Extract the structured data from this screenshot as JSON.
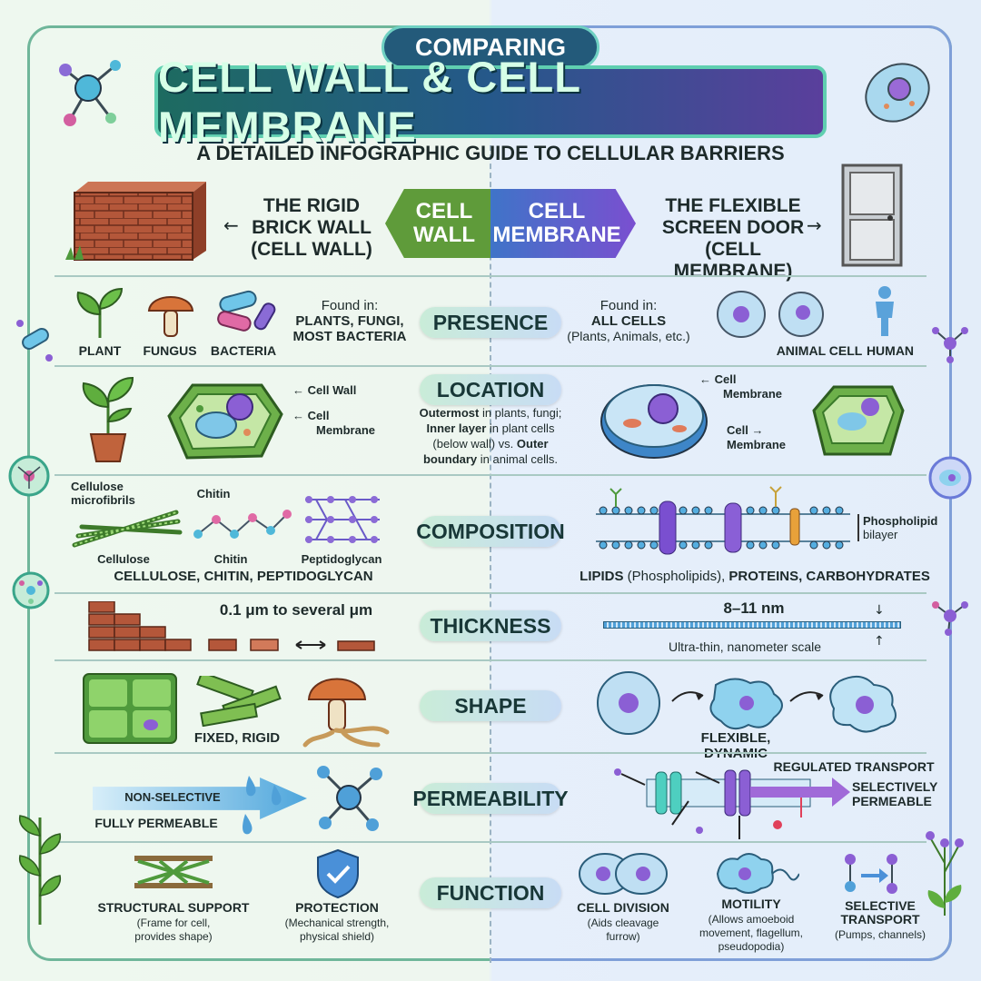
{
  "header": {
    "badge": "COMPARING",
    "title": "CELL WALL & CELL MEMBRANE",
    "subtitle": "A DETAILED INFOGRAPHIC GUIDE TO CELLULAR BARRIERS"
  },
  "intro": {
    "left_caption": [
      "THE RIGID",
      "BRICK WALL",
      "(CELL WALL)"
    ],
    "right_caption": [
      "THE FLEXIBLE",
      "SCREEN DOOR",
      "(CELL MEMBRANE)"
    ],
    "left_tag": [
      "CELL",
      "WALL"
    ],
    "right_tag": [
      "CELL",
      "MEMBRANE"
    ]
  },
  "rows": {
    "presence": {
      "label": "PRESENCE",
      "left_icons": [
        "PLANT",
        "FUNGUS",
        "BACTERIA"
      ],
      "left_found": "Found in:",
      "left_text": [
        "PLANTS, FUNGI,",
        "MOST BACTERIA"
      ],
      "right_found": "Found in:",
      "right_text": "ALL CELLS",
      "right_sub": "(Plants, Animals, etc.)",
      "right_icons": [
        "ANIMAL CELL",
        "HUMAN"
      ]
    },
    "location": {
      "label": "LOCATION",
      "left_annot": [
        "Cell Wall",
        "Cell",
        "Membrane"
      ],
      "center": [
        {
          "b": "Outermost",
          "n": " in plants, fungi;"
        },
        {
          "b": "Inner layer",
          "n": " in plant cells"
        },
        {
          "b": "",
          "n": "(below wall) vs. "
        },
        {
          "b": "Outer",
          "n": ""
        },
        {
          "b": "boundary",
          "n": " in animal cells."
        }
      ],
      "right_annot_top": [
        "Cell",
        "Membrane"
      ],
      "right_annot_bottom": [
        "Cell",
        "Membrane"
      ]
    },
    "composition": {
      "label": "COMPOSITION",
      "left_tops": [
        "Cellulose",
        "microfibrils",
        "Chitin"
      ],
      "left_bottoms": [
        "Cellulose",
        "Chitin",
        "Peptidoglycan"
      ],
      "left_summary": "CELLULOSE, CHITIN, PEPTIDOGLYCAN",
      "right_annot": [
        "Phospholipid",
        "bilayer"
      ],
      "right_summary_parts": [
        "LIPIDS",
        " (Phospholipids), ",
        "PROTEINS, CARBOHYDRATES"
      ]
    },
    "thickness": {
      "label": "THICKNESS",
      "left_value": "0.1 μm to several μm",
      "right_value": "8–11 nm",
      "right_sub": "Ultra-thin, nanometer scale"
    },
    "shape": {
      "label": "SHAPE",
      "left_text": "FIXED, RIGID",
      "right_text": "FLEXIBLE, DYNAMIC"
    },
    "permeability": {
      "label": "PERMEABILITY",
      "left_arrow": "NON-SELECTIVE",
      "left_text": "FULLY PERMEABLE",
      "right_top": "REGULATED TRANSPORT",
      "right_text": [
        "SELECTIVELY",
        "PERMEABLE"
      ]
    },
    "function": {
      "label": "FUNCTION",
      "items": [
        {
          "title": [
            "STRUCTURAL SUPPORT"
          ],
          "sub": [
            "(Frame for cell,",
            "provides shape)"
          ]
        },
        {
          "title": [
            "PROTECTION"
          ],
          "sub": [
            "(Mechanical strength,",
            "physical shield)"
          ]
        },
        {
          "title": [
            "CELL DIVISION"
          ],
          "sub": [
            "(Aids cleavage",
            "furrow)"
          ]
        },
        {
          "title": [
            "MOTILITY"
          ],
          "sub": [
            "(Allows amoeboid",
            "movement, flagellum,",
            "pseudopodia)"
          ]
        },
        {
          "title": [
            "SELECTIVE",
            "TRANSPORT"
          ],
          "sub": [
            "(Pumps, channels)"
          ]
        }
      ]
    }
  },
  "colors": {
    "wall_green": "#4f9a3c",
    "membrane_purple": "#7a4fd0",
    "brick": "#b4573a",
    "title_band": "#1f6f6a"
  }
}
